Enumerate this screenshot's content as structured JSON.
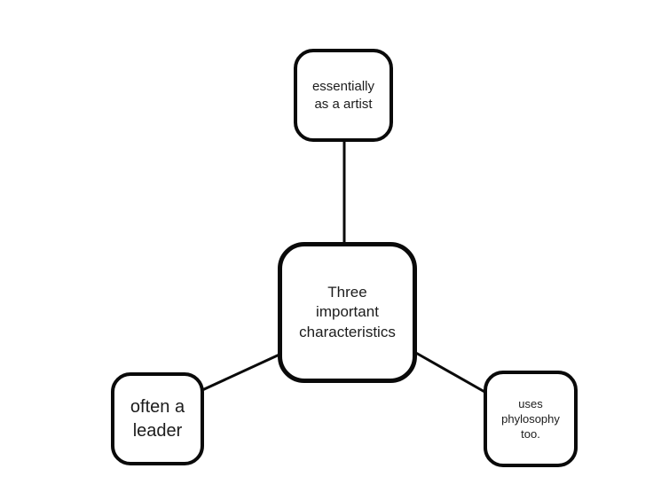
{
  "diagram": {
    "background_color": "#ffffff",
    "node_fill_color": "#ffffff",
    "node_border_color": "#0a0a0a",
    "connector_color": "#0a0a0a",
    "text_color": "#1c1c1c",
    "nodes": {
      "center": {
        "label": "Three\nimportant\ncharacteristics"
      },
      "top": {
        "label": "essentially\nas a artist"
      },
      "bottom_left": {
        "label": "often a\nleader"
      },
      "bottom_right": {
        "label": "uses\nphylosophy\ntoo."
      }
    }
  }
}
